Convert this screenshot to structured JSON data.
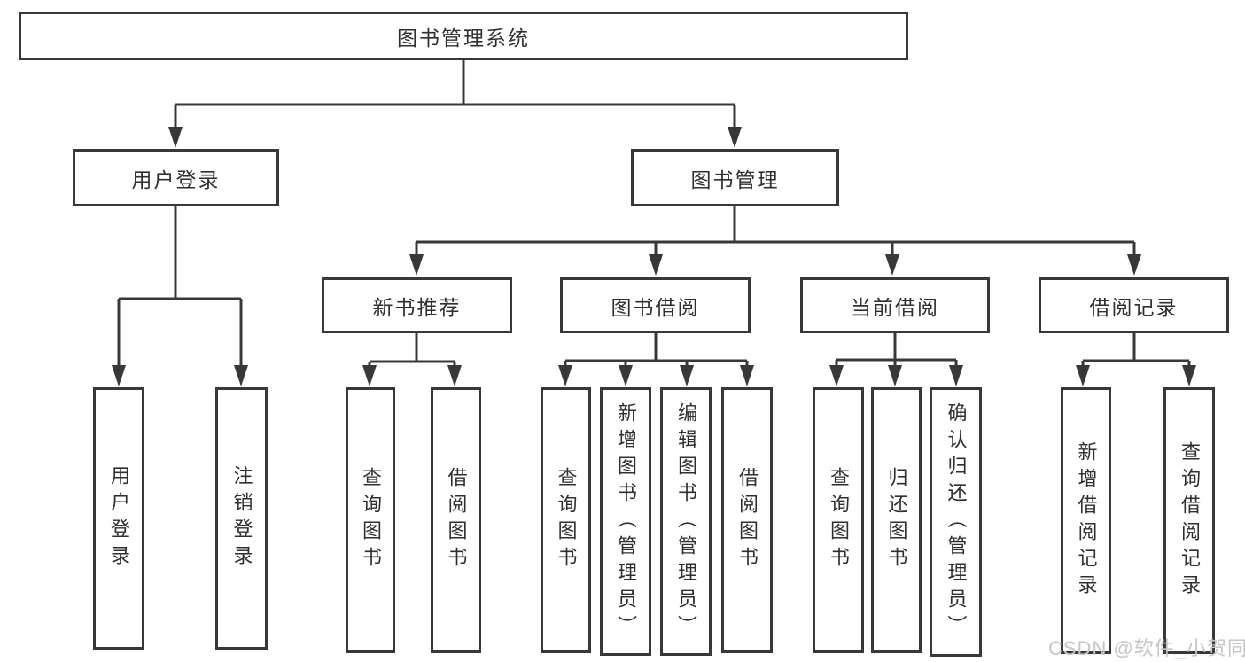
{
  "tree": {
    "label": "图书管理系统",
    "children": [
      {
        "label": "用户登录",
        "children": [
          {
            "label": "用户登录"
          },
          {
            "label": "注销登录"
          }
        ]
      },
      {
        "label": "图书管理",
        "children": [
          {
            "label": "新书推荐",
            "children": [
              {
                "label": "查询图书"
              },
              {
                "label": "借阅图书"
              }
            ]
          },
          {
            "label": "图书借阅",
            "children": [
              {
                "label": "查询图书"
              },
              {
                "label": "新增图书（管理员）"
              },
              {
                "label": "编辑图书（管理员）"
              },
              {
                "label": "借阅图书"
              }
            ]
          },
          {
            "label": "当前借阅",
            "children": [
              {
                "label": "查询图书"
              },
              {
                "label": "归还图书"
              },
              {
                "label": "确认归还（管理员）"
              }
            ]
          },
          {
            "label": "借阅记录",
            "children": [
              {
                "label": "新增借阅记录"
              },
              {
                "label": "查询借阅记录"
              }
            ]
          }
        ]
      }
    ]
  },
  "watermark": {
    "text": "CSDN @软件_小贺同学"
  },
  "colors": {
    "line": "#383838",
    "text": "#2f2f2f",
    "background": "#ffffff",
    "watermark": "#c6c6c6"
  }
}
